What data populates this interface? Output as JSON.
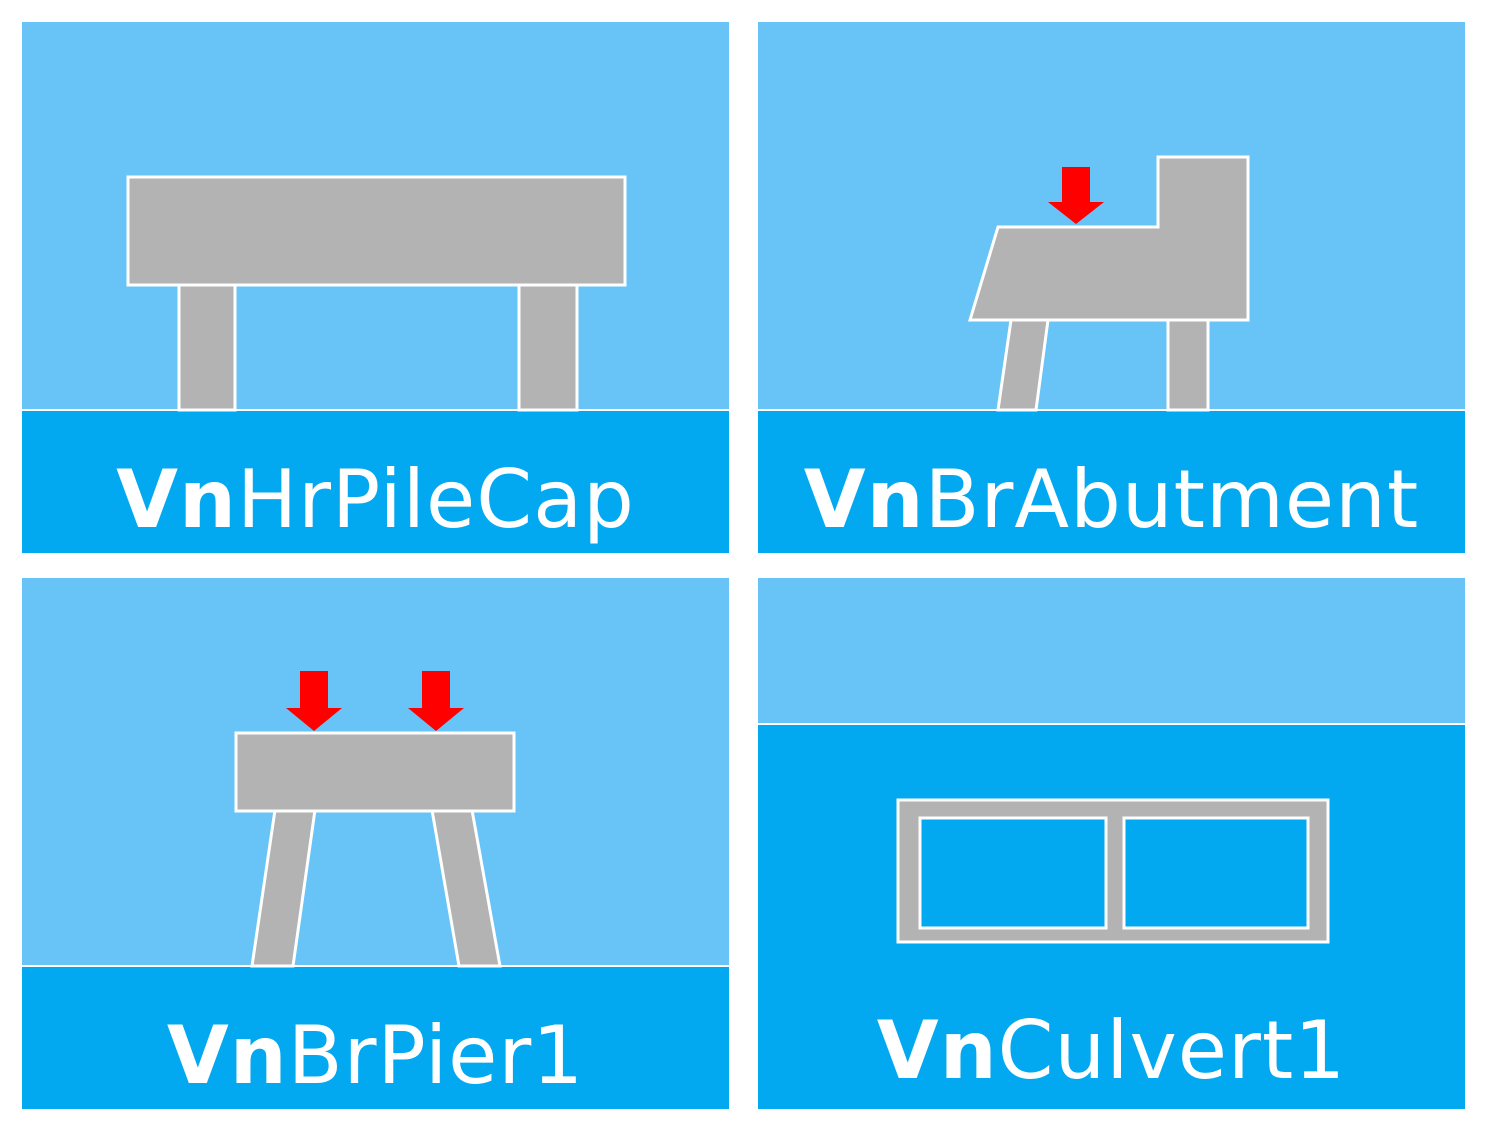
{
  "colors": {
    "sky": "#68c4f7",
    "ground": "#03a9f0",
    "structure": "#b3b3b3",
    "outline": "#ffffff",
    "load_arrow": "#ff0000"
  },
  "tiles": [
    {
      "prefix": "Vn",
      "suffix": "HrPileCap"
    },
    {
      "prefix": "Vn",
      "suffix": "BrAbutment"
    },
    {
      "prefix": "Vn",
      "suffix": "BrPier1"
    },
    {
      "prefix": "Vn",
      "suffix": "Culvert1"
    }
  ]
}
